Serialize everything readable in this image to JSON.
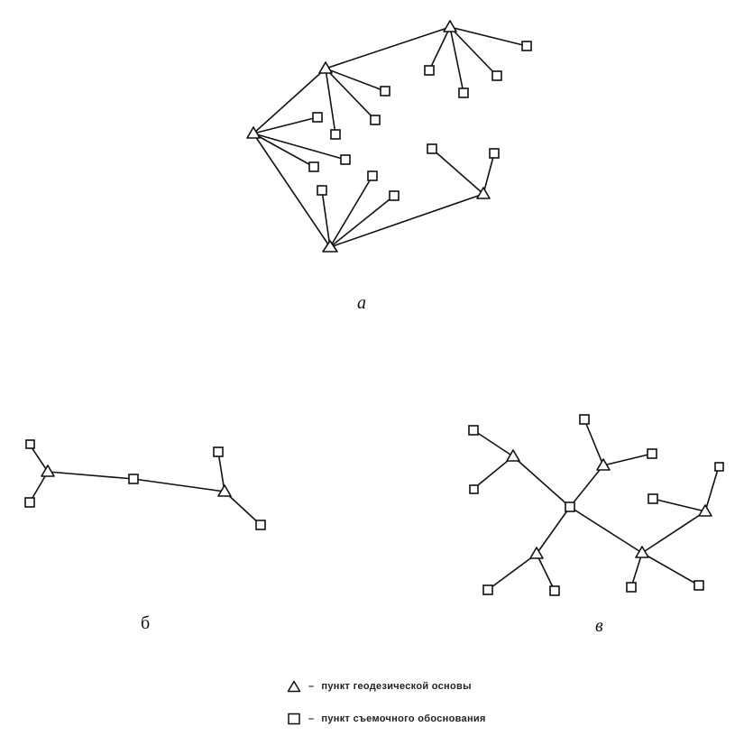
{
  "labels": {
    "panel_a": "а",
    "panel_b": "б",
    "panel_v": "в"
  },
  "legend": {
    "dash": "–",
    "geodetic_point": "пункт геодезической основы",
    "survey_point": "пункт съемочного обоснования"
  },
  "colors": {
    "line": "#111111",
    "background": "#ffffff"
  },
  "icons": {
    "geodetic_point": "triangle-icon",
    "survey_point": "square-icon"
  }
}
